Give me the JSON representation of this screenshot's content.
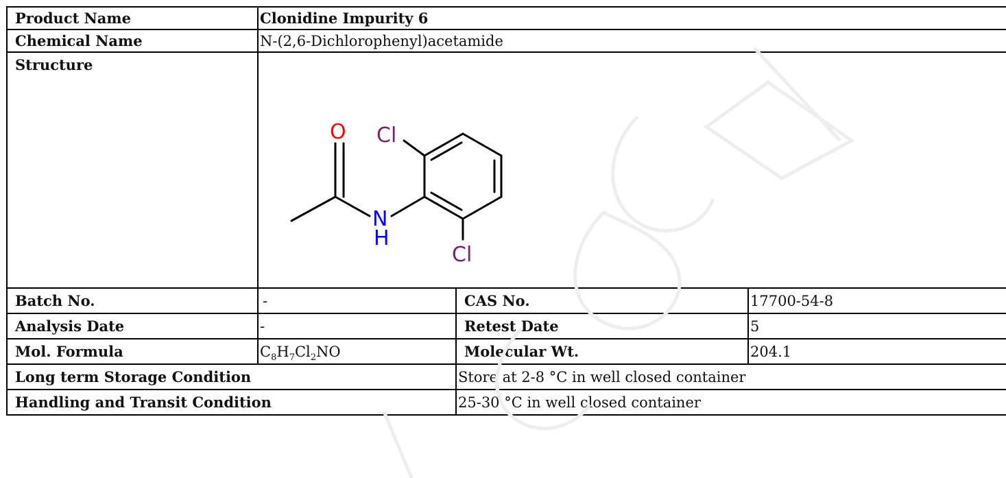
{
  "rows": {
    "product_name": {
      "label": "Product Name",
      "value": "Clonidine Impurity 6"
    },
    "chemical_name": {
      "label": "Chemical Name",
      "value": "N-(2,6-Dichlorophenyl)acetamide"
    },
    "structure": {
      "label": "Structure"
    },
    "batch_no": {
      "label": "Batch No.",
      "value": "-"
    },
    "cas_no": {
      "label": "CAS No.",
      "value": "17700-54-8"
    },
    "analysis_date": {
      "label": "Analysis Date",
      "value": "-"
    },
    "retest_date": {
      "label": "Retest Date",
      "value": "5"
    },
    "mol_formula": {
      "label": "Mol. Formula",
      "parts": [
        {
          "text": "C",
          "sub": "8"
        },
        {
          "text": "H",
          "sub": "7"
        },
        {
          "text": "Cl",
          "sub": "2"
        },
        {
          "text": "NO",
          "sub": ""
        }
      ]
    },
    "molecular_wt": {
      "label": "Molecular Wt.",
      "value": "204.1"
    },
    "long_term_storage": {
      "label": "Long term Storage Condition",
      "value": "Store at 2-8 °C in well closed container"
    },
    "handling_transit": {
      "label": "Handling and Transit Condition",
      "value": "25-30 °C in well closed container"
    }
  },
  "structure_image": {
    "atoms": {
      "cl_top": "Cl",
      "oxygen": "O",
      "nitrogen": "N",
      "hydrogen": "H",
      "cl_bottom": "Cl"
    },
    "colors": {
      "chlorine": "#7a1f6e",
      "oxygen": "#ff0000",
      "nitrogen": "#0000ff",
      "bond": "#000000"
    }
  },
  "watermark": {
    "color": "#eeeeee"
  }
}
